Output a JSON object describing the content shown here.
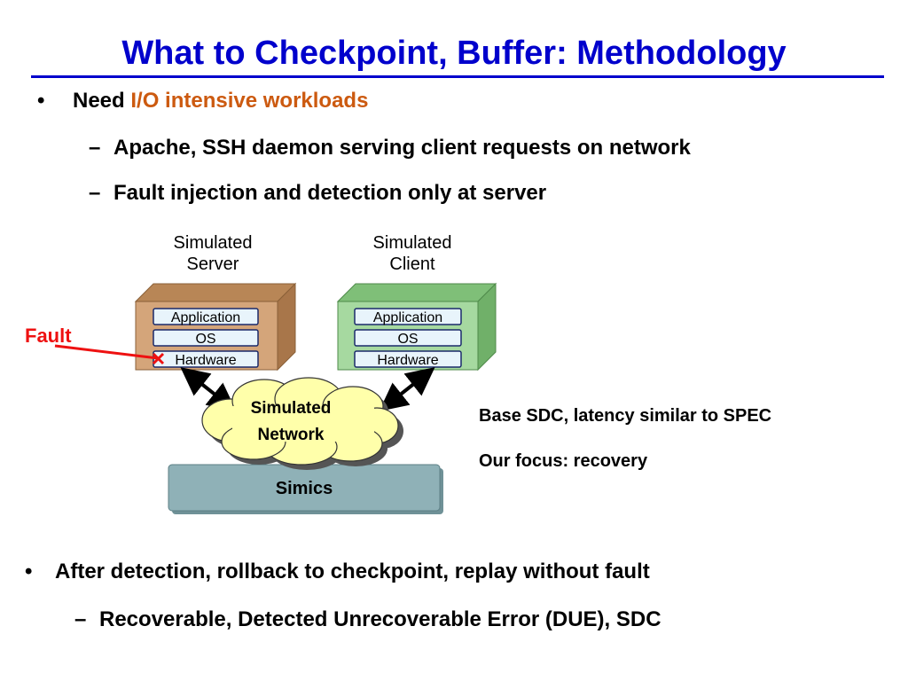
{
  "slide": {
    "title": "What to Checkpoint, Buffer: Methodology",
    "bullets": [
      {
        "marker": "•",
        "prefix": "Need ",
        "highlight": "I/O intensive workloads",
        "subs": [
          {
            "marker": "–",
            "text": "Apache, SSH daemon serving client requests on network"
          },
          {
            "marker": "–",
            "text": "Fault injection and detection only at server"
          }
        ]
      },
      {
        "marker": "•",
        "text": "After detection, rollback to checkpoint, replay without fault",
        "subs": [
          {
            "marker": "–",
            "text": "Recoverable, Detected Unrecoverable Error (DUE), SDC"
          }
        ]
      }
    ]
  },
  "diagram": {
    "server_label_line1": "Simulated",
    "server_label_line2": "Server",
    "client_label_line1": "Simulated",
    "client_label_line2": "Client",
    "server_layers": [
      "Application",
      "OS",
      "Hardware"
    ],
    "client_layers": [
      "Application",
      "OS",
      "Hardware"
    ],
    "fault_label": "Fault",
    "network_line1": "Simulated",
    "network_line2": "Network",
    "simics_label": "Simics",
    "notes": [
      "Base SDC, latency similar to SPEC",
      "Our focus: recovery"
    ],
    "colors": {
      "server_box": "#d4a57a",
      "client_box": "#a6d9a0",
      "layer_fill": "#e8f4fb",
      "network_cloud": "#ffffaa",
      "simics_bar": "#8fb1b7",
      "fault_arrow": "#ee1111",
      "title": "#0000cc",
      "highlight": "#cc5a10"
    }
  }
}
